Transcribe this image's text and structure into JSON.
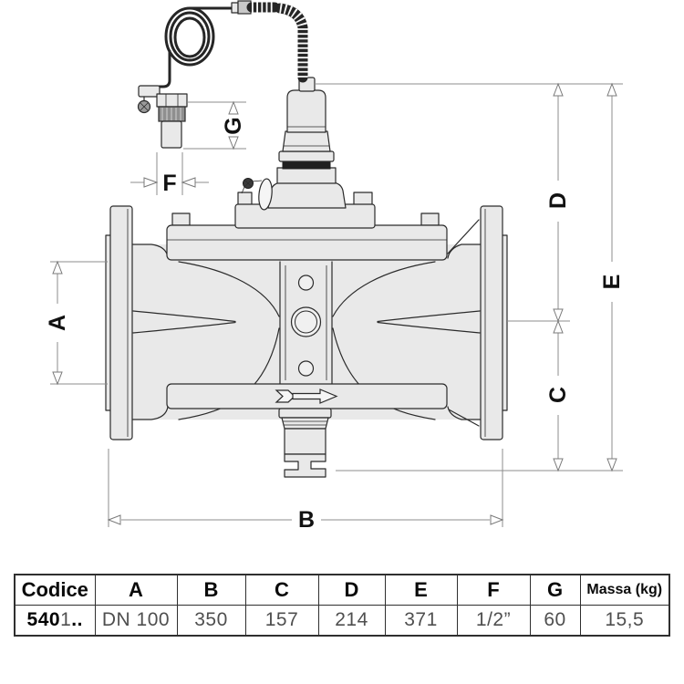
{
  "drawing": {
    "labels": {
      "a": "A",
      "b": "B",
      "c": "C",
      "d": "D",
      "e": "E",
      "f": "F",
      "g": "G"
    }
  },
  "table": {
    "headers": [
      "Codice",
      "A",
      "B",
      "C",
      "D",
      "E",
      "F",
      "G",
      "Massa (kg)"
    ],
    "code": {
      "bold": "540",
      "mid": "1",
      "dots": ".."
    },
    "values": [
      "DN 100",
      "350",
      "157",
      "214",
      "371",
      "1/2”",
      "60",
      "15,5"
    ]
  }
}
